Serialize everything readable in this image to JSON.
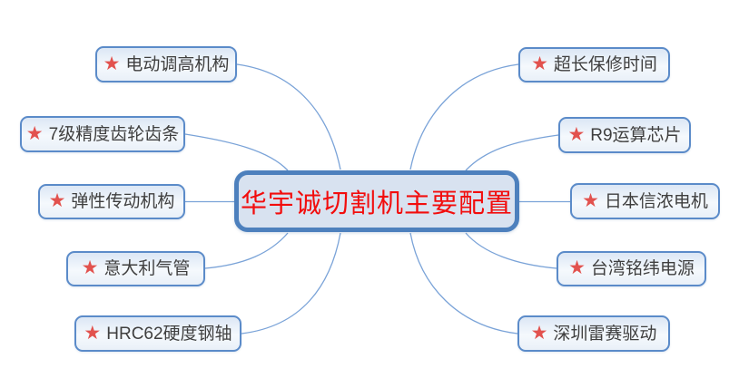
{
  "diagram": {
    "type": "mindmap",
    "center": {
      "label": "华宇诚切割机主要配置"
    },
    "left_branches": [
      {
        "label": "电动调高机构"
      },
      {
        "label": "7级精度齿轮齿条"
      },
      {
        "label": "弹性传动机构"
      },
      {
        "label": "意大利气管"
      },
      {
        "label": "HRC62硬度钢轴"
      }
    ],
    "right_branches": [
      {
        "label": "超长保修时间"
      },
      {
        "label": "R9运算芯片"
      },
      {
        "label": "日本信浓电机"
      },
      {
        "label": "台湾铭纬电源"
      },
      {
        "label": "深圳雷赛驱动"
      }
    ],
    "bullet_icon": "★",
    "colors": {
      "background": "#ffffff",
      "node_border": "#5b8bc9",
      "node_fill_top": "#dce7f5",
      "node_fill_bottom": "#e9f0f8",
      "center_border": "#4d80bd",
      "center_fill": "#d8e2f0",
      "center_text": "#f20d0d",
      "label_text": "#3f3f3f",
      "star": "#e2524e",
      "connector": "#7aa3d8"
    }
  }
}
